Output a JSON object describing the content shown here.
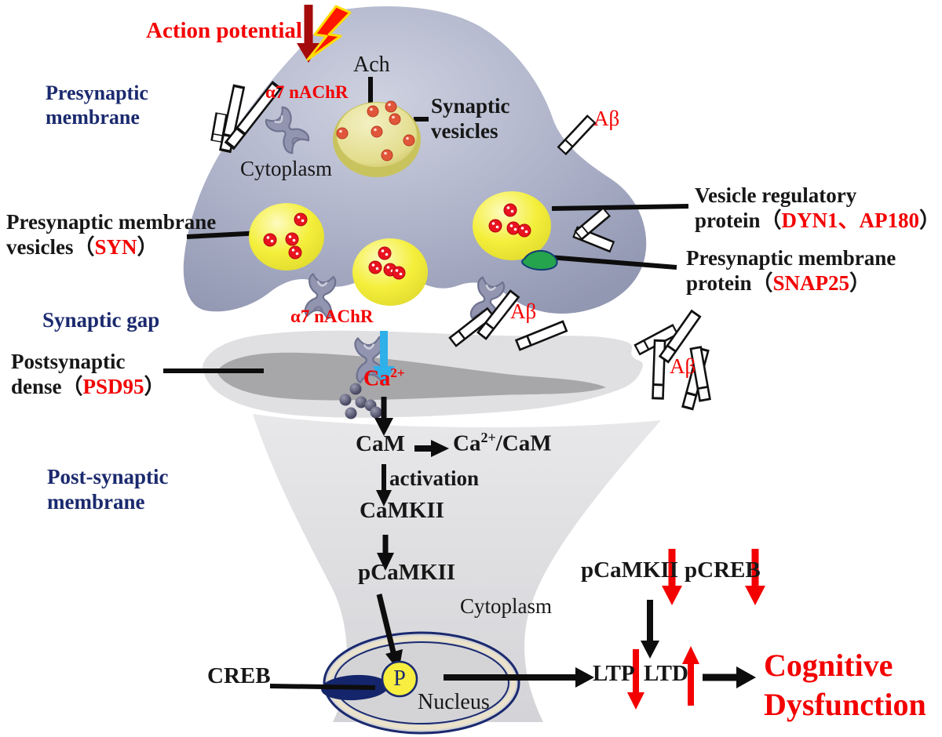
{
  "colors": {
    "red": "#f30000",
    "navy": "#1b2a6e",
    "black": "#171717",
    "dark_red_arrow": "#a50b0b",
    "cyan_arrow": "#2fb0e8",
    "presynaptic_fill": "#a9aec7",
    "postsynaptic_fill": "#dcdcdf",
    "psd_band_fill": "#a7a7aa",
    "vesicle_yellow": "#f4ef3a",
    "snap25_green": "#26a34d",
    "p_badge_yellow": "#f7ee3f",
    "nucleus_ring_cream": "#eae2ca"
  },
  "labels": {
    "action_potential": "Action potential",
    "presynaptic_membrane": {
      "line1": "Presynaptic",
      "line2": "membrane"
    },
    "a7_nachr_top": "α7 nAChR",
    "ach": "Ach",
    "synaptic_vesicles": {
      "line1": "Synaptic",
      "line2": "vesicles"
    },
    "abeta_top_right": "Aβ",
    "cytoplasm_presynaptic": "Cytoplasm",
    "presynaptic_vesicles_syn": {
      "line1": "Presynaptic membrane",
      "line2_black": "vesicles（",
      "line2_red": "SYN",
      "line2_close": "）"
    },
    "vesicle_regulatory_protein": {
      "line1": "Vesicle regulatory",
      "line2_black": "protein（",
      "line2_red": "DYN1、AP180",
      "line2_close": "）"
    },
    "presynaptic_membrane_protein": {
      "line1": "Presynaptic membrane",
      "line2_black": "protein（",
      "line2_red": "SNAP25",
      "line2_close": "）"
    },
    "a7_nachr_bottom": "α7 nAChR",
    "abeta_gap": "Aβ",
    "synaptic_gap": "Synaptic gap",
    "postsynaptic_dense": {
      "line1": "Postsynaptic",
      "line2_black": "dense（",
      "line2_red": "PSD95",
      "line2_close": "）"
    },
    "abeta_right": "Aβ",
    "ca2": {
      "base": "Ca",
      "sup": "2+"
    },
    "cam": "CaM",
    "ca_cam": {
      "pre": "Ca",
      "sup": "2+",
      "post": "/CaM"
    },
    "activation": "activation",
    "camkii": "CaMKII",
    "pcamkii": "pCaMKII",
    "post_synaptic_membrane": {
      "line1": "Post-synaptic",
      "line2": "membrane"
    },
    "cytoplasm_postsynaptic": "Cytoplasm",
    "creb": "CREB",
    "p_badge": "P",
    "nucleus": "Nucleus",
    "pcamkii_right": "pCaMKII",
    "pcreb": "pCREB",
    "ltp": "LTP",
    "ltd": "LTD",
    "cognitive_dysfunction": {
      "line1": "Cognitive",
      "line2": "Dysfunction"
    }
  },
  "icons": {
    "lightning_icon": "red lightning bolt with yellow outline",
    "a7_nachr_receptor_icon": "gray dumbbell membrane receptor",
    "abeta_fibril_icon": "white segmented rod (Aβ fibril)",
    "synaptic_vesicle_icon": "yellow vesicle with red neurotransmitter dots",
    "calcium_ion_icon": "dark gray calcium ion sphere",
    "phosphate_badge": "yellow circle labeled P"
  }
}
